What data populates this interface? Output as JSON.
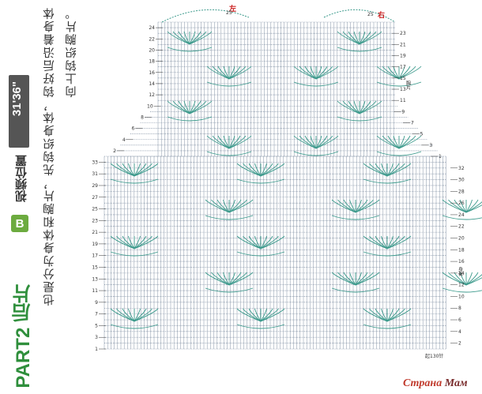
{
  "side": {
    "part_label": "PART2",
    "part_title": "后片",
    "badge": "B",
    "video_label": "视频位置",
    "timecode": "31'36\"",
    "desc_line1": "也是分为身体和胸片，先钩织身体，钩好后沿着身体",
    "desc_line2": "向上钩织胸片。"
  },
  "chart": {
    "top_left_label": "左",
    "top_right_label": "右",
    "stitch_count_label": "起130针",
    "chest_label": "胸片",
    "body_label": "身体",
    "left_rows": [
      "1",
      "3",
      "5",
      "7",
      "9",
      "11",
      "13",
      "15",
      "17",
      "19",
      "21",
      "23",
      "25",
      "27",
      "29",
      "31",
      "33"
    ],
    "right_rows": [
      "2",
      "4",
      "6",
      "8",
      "10",
      "12",
      "14",
      "16",
      "18",
      "20",
      "22",
      "24",
      "26",
      "28",
      "30",
      "32"
    ],
    "chest_left_rows": [
      "2",
      "4",
      "6",
      "8",
      "10",
      "12",
      "14",
      "16",
      "18",
      "20",
      "22",
      "24"
    ],
    "chest_right_rows": [
      "1",
      "3",
      "5",
      "7",
      "9",
      "11",
      "13",
      "15",
      "17",
      "19",
      "21",
      "23"
    ],
    "chest_top_marks": [
      "25",
      "25"
    ],
    "colors": {
      "grid": "#5b6f88",
      "motif": "#3c9a8c",
      "label": "#cc2222",
      "title": "#2f8f3c"
    }
  },
  "watermark": {
    "part1": "Страна",
    "part2": "Мам"
  }
}
